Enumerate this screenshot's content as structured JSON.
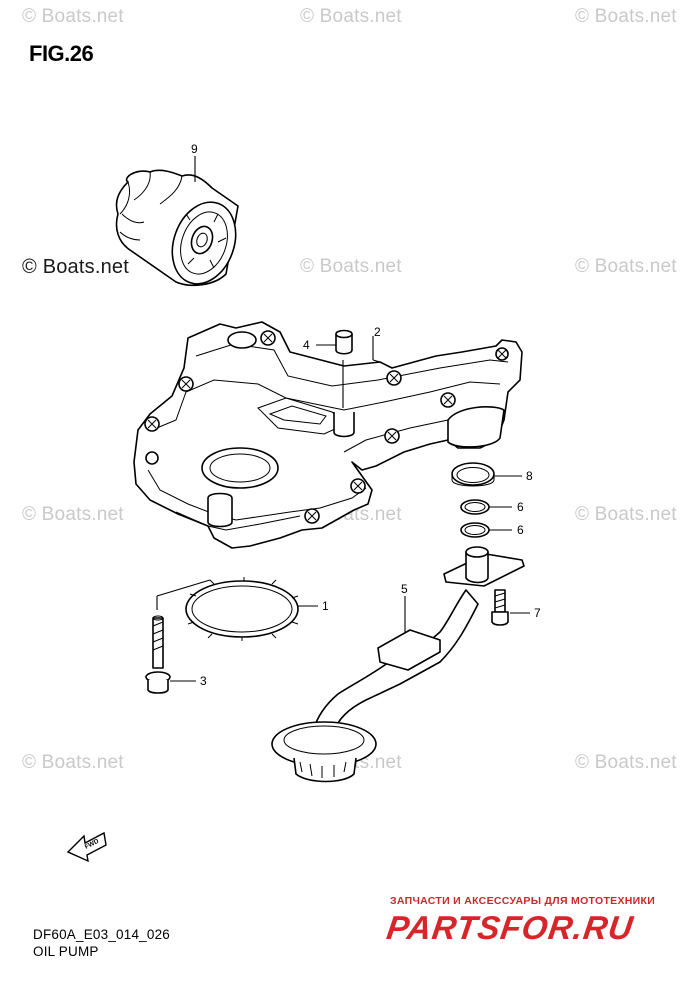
{
  "figure": {
    "title": "FIG.26"
  },
  "watermarks": {
    "text": "© Boats.net",
    "prominent_text": "© Boats.net"
  },
  "callouts": [
    "1",
    "2",
    "3",
    "4",
    "5",
    "6",
    "6",
    "7",
    "8",
    "9"
  ],
  "footer": {
    "model_code": "DF60A_E03_014_026",
    "section_name": "OIL PUMP"
  },
  "promo": {
    "tagline": "ЗАПЧАСТИ И АКСЕССУАРЫ ДЛЯ МОТОТЕХНИКИ",
    "brand": "PARTSFOR.RU",
    "color": "#d6262a"
  },
  "icons": {
    "fwd_arrow": "fwd-arrow-icon",
    "fwd_text": "FWD"
  }
}
